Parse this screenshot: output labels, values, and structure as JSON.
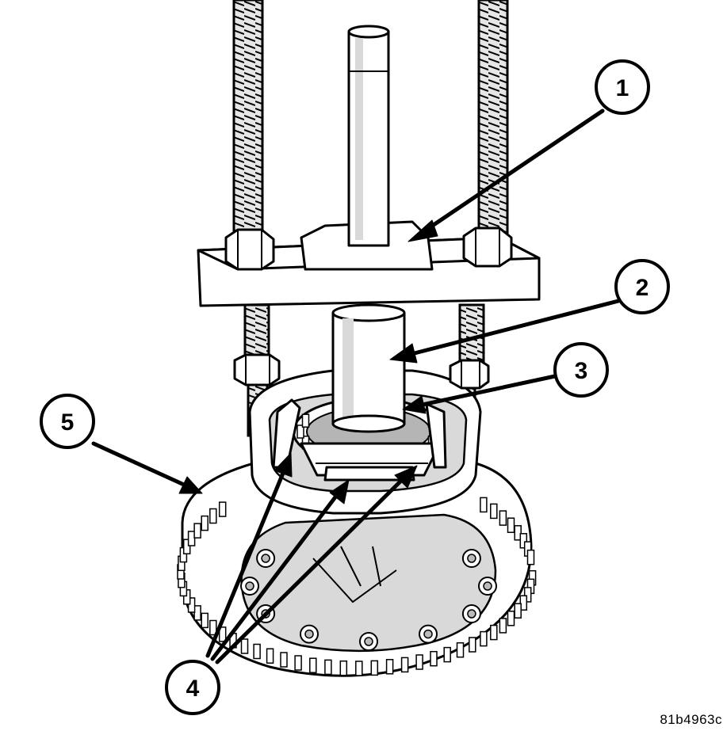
{
  "callouts": [
    {
      "id": "1",
      "label": "1"
    },
    {
      "id": "2",
      "label": "2"
    },
    {
      "id": "3",
      "label": "3"
    },
    {
      "id": "4",
      "label": "4"
    },
    {
      "id": "5",
      "label": "5"
    }
  ],
  "figure_ref": "81b4963c"
}
